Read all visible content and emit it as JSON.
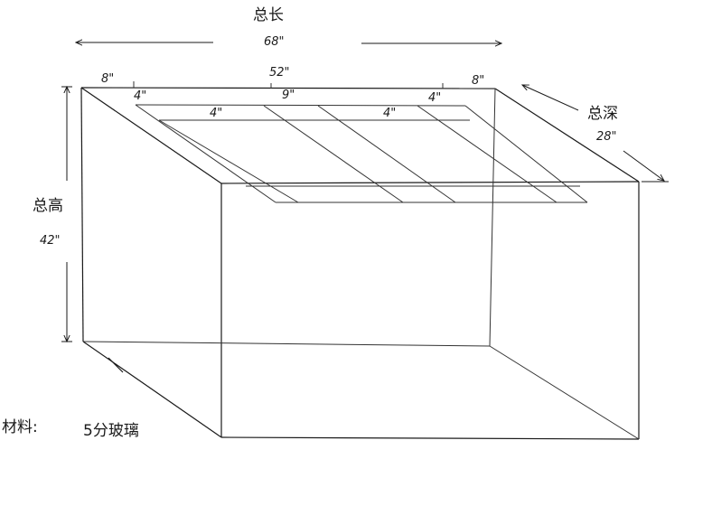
{
  "labels": {
    "total_length_title": "总长",
    "total_length_value": "68\"",
    "top_span": "52\"",
    "left_margin": "8\"",
    "right_margin": "8\"",
    "depth_title": "总深",
    "depth_value": "28\"",
    "height_title": "总高",
    "height_value": "42\"",
    "gap_left_outer": "4\"",
    "gap_center": "9\"",
    "gap_right_outer": "4\"",
    "gap_left_inner": "4\"",
    "gap_right_inner": "4\""
  },
  "material": {
    "label": "材料:",
    "value": "5分玻璃"
  }
}
